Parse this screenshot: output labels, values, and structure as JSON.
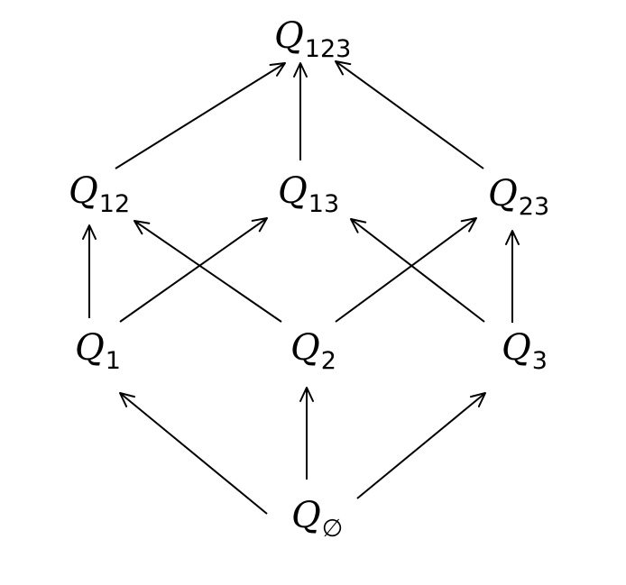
{
  "nodes": [
    {
      "id": "q123",
      "symbol": "Q",
      "subscript": "123"
    },
    {
      "id": "q12",
      "symbol": "Q",
      "subscript": "12"
    },
    {
      "id": "q13",
      "symbol": "Q",
      "subscript": "13"
    },
    {
      "id": "q23",
      "symbol": "Q",
      "subscript": "23"
    },
    {
      "id": "q1",
      "symbol": "Q",
      "subscript": "1"
    },
    {
      "id": "q2",
      "symbol": "Q",
      "subscript": "2"
    },
    {
      "id": "q3",
      "symbol": "Q",
      "subscript": "3"
    },
    {
      "id": "qempty",
      "symbol": "Q",
      "subscript": "∅"
    }
  ],
  "edges": [
    {
      "from": "q12",
      "to": "q123"
    },
    {
      "from": "q13",
      "to": "q123"
    },
    {
      "from": "q23",
      "to": "q123"
    },
    {
      "from": "q1",
      "to": "q12"
    },
    {
      "from": "q1",
      "to": "q13"
    },
    {
      "from": "q2",
      "to": "q12"
    },
    {
      "from": "q2",
      "to": "q23"
    },
    {
      "from": "q3",
      "to": "q13"
    },
    {
      "from": "q3",
      "to": "q23"
    },
    {
      "from": "qempty",
      "to": "q1"
    },
    {
      "from": "qempty",
      "to": "q2"
    },
    {
      "from": "qempty",
      "to": "q3"
    }
  ],
  "colors": {
    "line": "#000000",
    "text": "#000000",
    "background": "#ffffff"
  }
}
